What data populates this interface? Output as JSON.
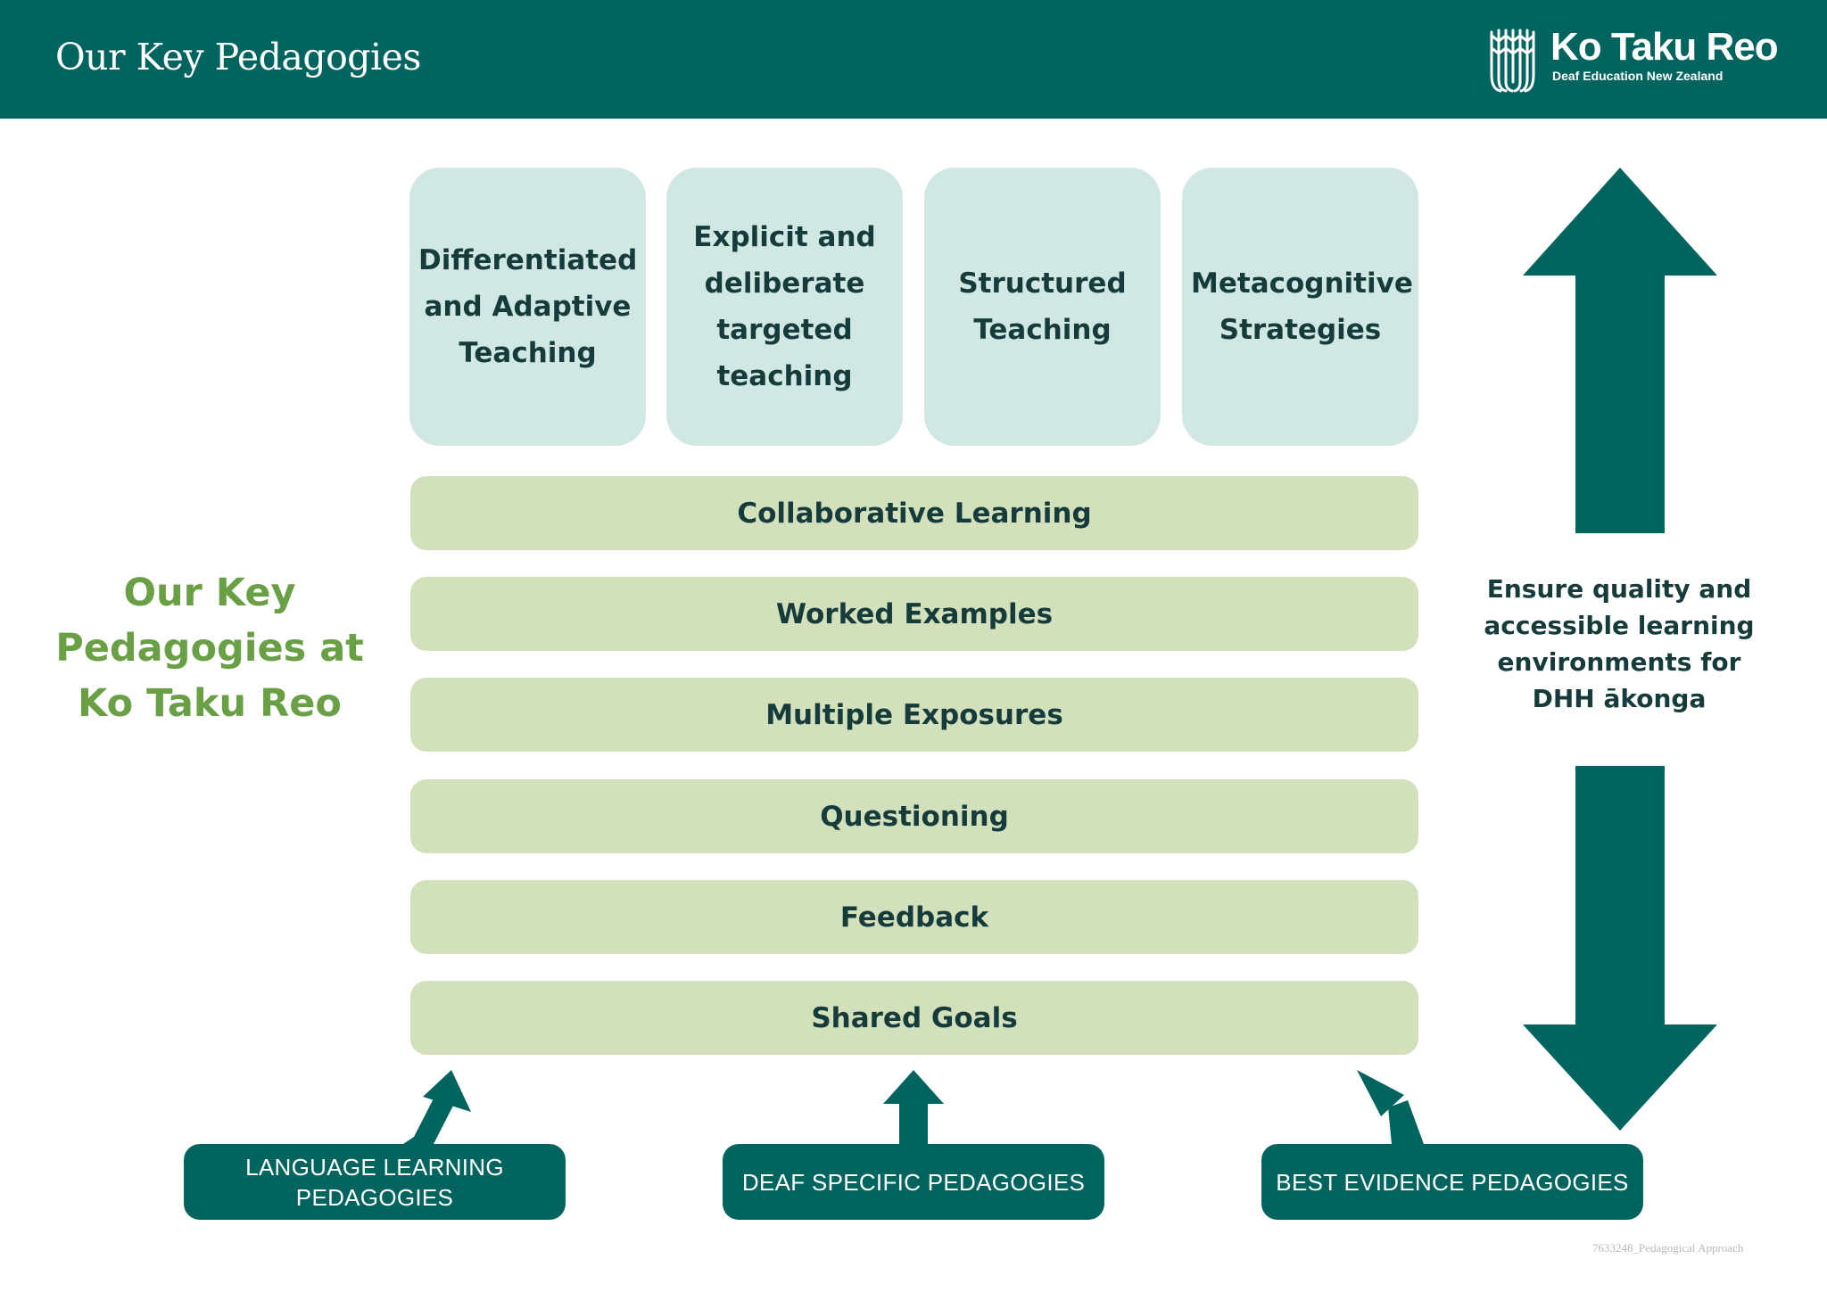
{
  "header": {
    "title": "Our Key Pedagogies",
    "logo": {
      "name": "Ko Taku Reo",
      "tagline": "Deaf Education New Zealand",
      "icon": "ko-taku-reo-logo-mark"
    },
    "background_color": "#02645f"
  },
  "side_title": [
    "Our Key",
    "Pedagogies at",
    "Ko Taku Reo"
  ],
  "top_cards": [
    {
      "label": "Differentiated and Adaptive Teaching"
    },
    {
      "label": "Explicit and deliberate targeted teaching"
    },
    {
      "label": "Structured Teaching"
    },
    {
      "label": "Metacognitive Strategies"
    }
  ],
  "bars": [
    {
      "label": "Collaborative Learning"
    },
    {
      "label": "Worked Examples"
    },
    {
      "label": "Multiple Exposures"
    },
    {
      "label": "Questioning"
    },
    {
      "label": "Feedback"
    },
    {
      "label": "Shared Goals"
    }
  ],
  "side_note": [
    "Ensure quality and",
    "accessible learning",
    "environments for",
    "DHH ākonga"
  ],
  "sources": [
    {
      "label": "LANGUAGE LEARNING PEDAGOGIES"
    },
    {
      "label": "DEAF SPECIFIC PEDAGOGIES"
    },
    {
      "label": "BEST EVIDENCE PEDAGOGIES"
    }
  ],
  "footnote": "7633248_Pedagogical Approach",
  "colors": {
    "teal": "#02645f",
    "card_blue": "#d1e7e4",
    "bar_green": "#d2e0bc",
    "accent_green": "#6aa045",
    "text_dark": "#163b3b"
  }
}
